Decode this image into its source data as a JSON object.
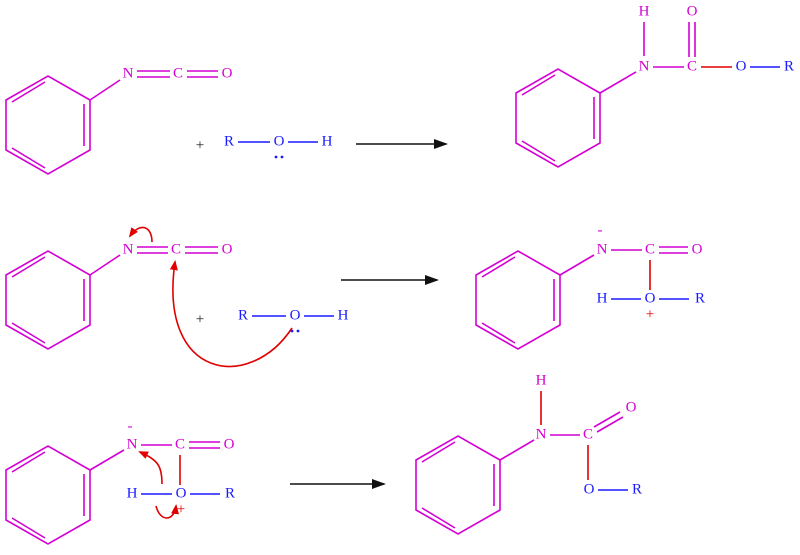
{
  "diagram": {
    "type": "reaction-mechanism",
    "colors": {
      "carbon_nitrogen": "#d400d4",
      "alcohol": "#1a1aff",
      "electron_arrow": "#e00000",
      "reaction_arrow": "#111111"
    },
    "rows": [
      {
        "reactant_atoms": [
          "N",
          "C",
          "O"
        ],
        "plus": "+",
        "alcohol": [
          "R",
          "O",
          "H"
        ],
        "lone_pair": ":",
        "product": {
          "H": "H",
          "N": "N",
          "C": "C",
          "O_carbonyl": "O",
          "O_ester": "O",
          "R": "R"
        }
      },
      {
        "reactant_atoms": [
          "N",
          "C",
          "O"
        ],
        "plus": "+",
        "alcohol": [
          "R",
          "O",
          "H"
        ],
        "lone_pair": ":",
        "product": {
          "charge_minus": "-",
          "N": "N",
          "C": "C",
          "O_carbonyl": "O",
          "H": "H",
          "O_oxonium": "O",
          "charge_plus": "+",
          "R": "R"
        }
      },
      {
        "reactant": {
          "charge_minus": "-",
          "N": "N",
          "C": "C",
          "O_carbonyl": "O",
          "H": "H",
          "O_oxonium": "O",
          "charge_plus": "+",
          "R": "R"
        },
        "product": {
          "H": "H",
          "N": "N",
          "C": "C",
          "O_carbonyl": "O",
          "O_ester": "O",
          "R": "R"
        }
      }
    ]
  }
}
